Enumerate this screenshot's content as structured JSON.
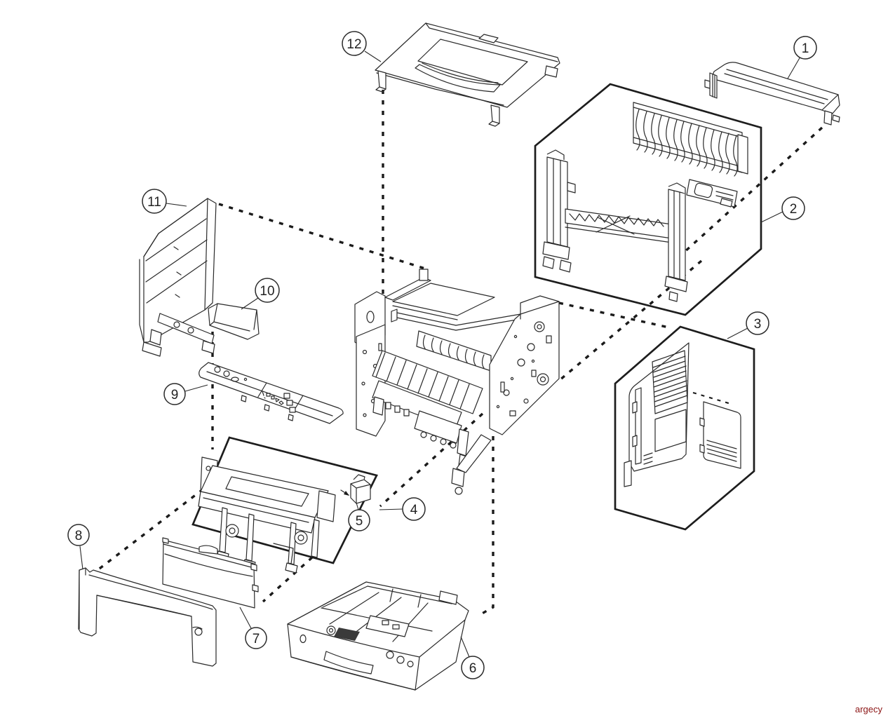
{
  "watermark": "argecy",
  "colors": {
    "line": "#2a2a2a",
    "watermark": "#8b1414",
    "background": "#ffffff"
  },
  "callouts": [
    {
      "label": "1"
    },
    {
      "label": "2"
    },
    {
      "label": "3"
    },
    {
      "label": "4"
    },
    {
      "label": "5"
    },
    {
      "label": "6"
    },
    {
      "label": "7"
    },
    {
      "label": "8"
    },
    {
      "label": "9"
    },
    {
      "label": "10"
    },
    {
      "label": "11"
    },
    {
      "label": "12"
    }
  ]
}
